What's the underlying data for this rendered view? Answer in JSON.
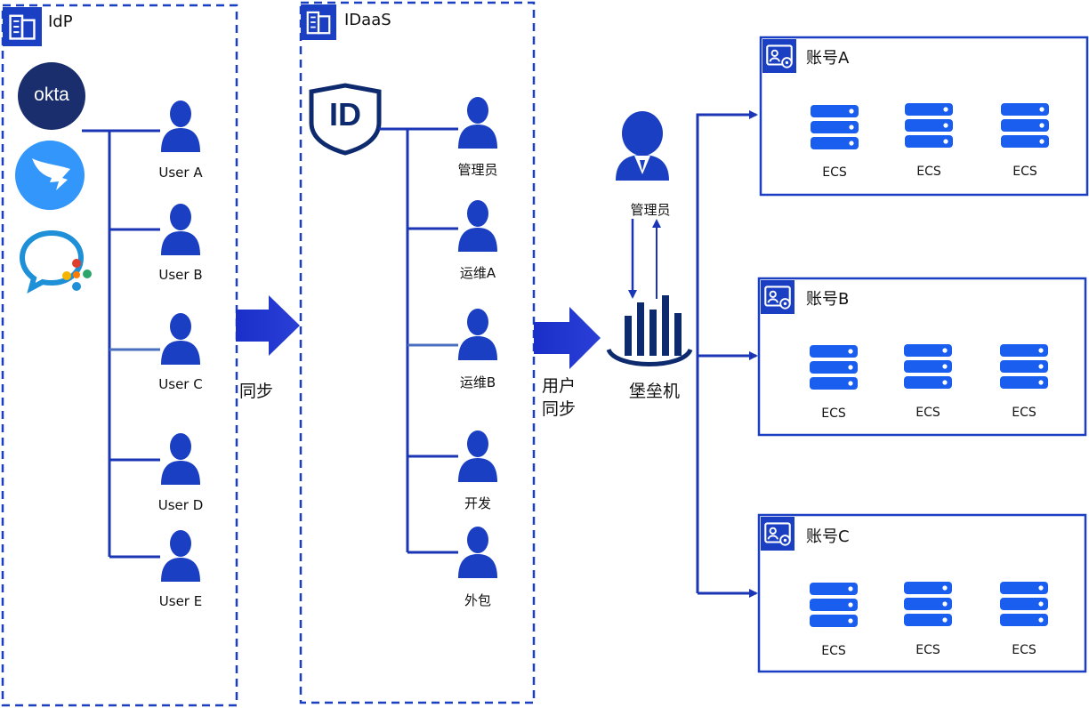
{
  "colors": {
    "primary": "#1a3fc2",
    "dark": "#0b2a8c",
    "line": "#1a35b5",
    "okta": "#1a2e6e",
    "dingtalk": "#3296fa"
  },
  "idp": {
    "title": "IdP",
    "providers": [
      {
        "name": "okta",
        "text": "okta"
      },
      {
        "name": "dingtalk",
        "icon": "dingtalk-icon"
      },
      {
        "name": "wecom",
        "icon": "wecom-icon"
      }
    ],
    "users": [
      "User A",
      "User B",
      "User C",
      "User D",
      "User E"
    ]
  },
  "sync_label": "同步",
  "idaas": {
    "title": "IDaaS",
    "badge": "ID",
    "users": [
      "管理员",
      "运维A",
      "运维B",
      "开发",
      "外包"
    ]
  },
  "user_sync_label": [
    "用户",
    "同步"
  ],
  "bastion": {
    "admin_label": "管理员",
    "label": "堡垒机"
  },
  "accounts": [
    {
      "name": "账号A",
      "servers": [
        "ECS",
        "ECS",
        "ECS"
      ]
    },
    {
      "name": "账号B",
      "servers": [
        "ECS",
        "ECS",
        "ECS"
      ]
    },
    {
      "name": "账号C",
      "servers": [
        "ECS",
        "ECS",
        "ECS"
      ]
    }
  ]
}
